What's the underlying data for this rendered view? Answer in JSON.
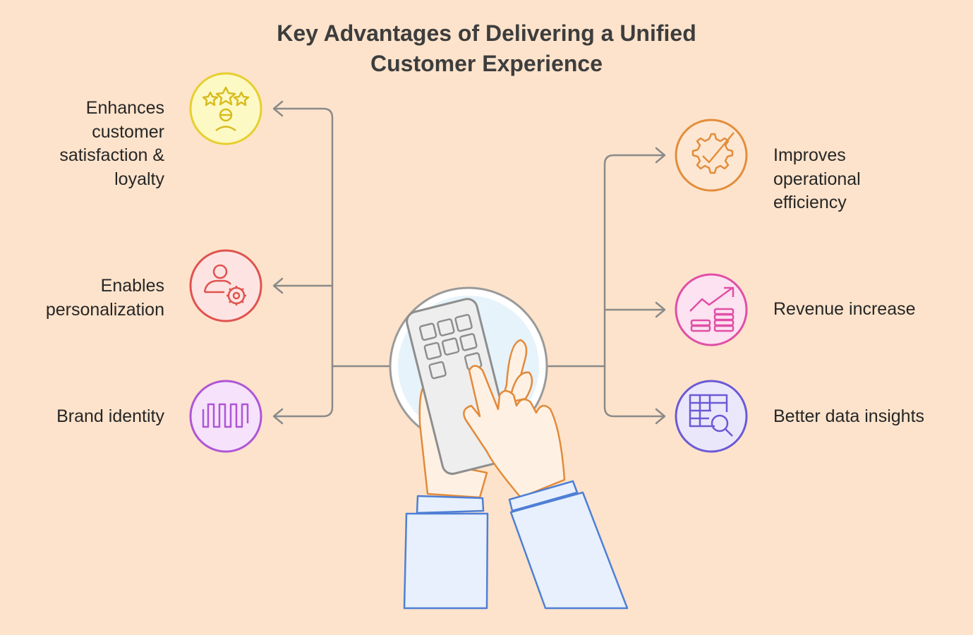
{
  "title": {
    "line1": "Key Advantages of Delivering a Unified",
    "line2": "Customer Experience"
  },
  "left_items": [
    {
      "lines": [
        "Enhances",
        "customer",
        "satisfaction &",
        "loyalty"
      ],
      "icon": "stars-customer-icon",
      "color": "#e6cf2e",
      "fill": "#fdf9c4"
    },
    {
      "lines": [
        "Enables",
        "personalization"
      ],
      "icon": "user-gear-icon",
      "color": "#e0534f",
      "fill": "#fde4e2"
    },
    {
      "lines": [
        "Brand identity"
      ],
      "icon": "waveform-icon",
      "color": "#b055d6",
      "fill": "#f6e3fb"
    }
  ],
  "right_items": [
    {
      "lines": [
        "Improves",
        "operational",
        "efficiency"
      ],
      "icon": "gear-check-icon",
      "color": "#e38d3c",
      "fill": "#fde7d3"
    },
    {
      "lines": [
        "Revenue increase"
      ],
      "icon": "revenue-chart-icon",
      "color": "#e04fa6",
      "fill": "#fde2f1"
    },
    {
      "lines": [
        "Better data insights"
      ],
      "icon": "table-search-icon",
      "color": "#6b5ad6",
      "fill": "#ebe7fb"
    }
  ],
  "center": {
    "icon": "hands-phone-icon"
  }
}
